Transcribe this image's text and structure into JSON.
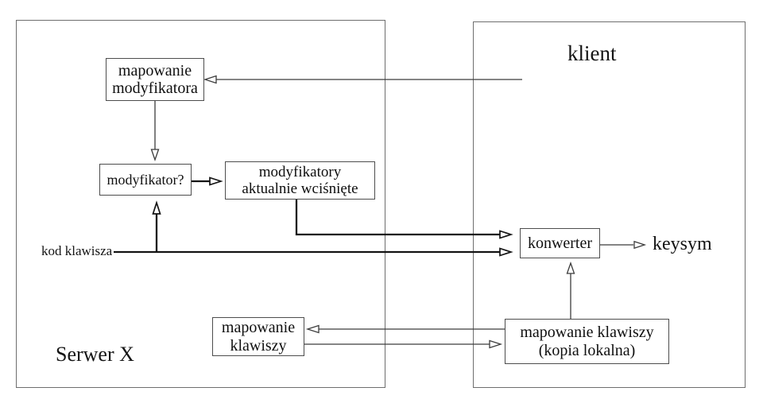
{
  "diagram": {
    "regions": {
      "server": {
        "label": "Serwer X"
      },
      "client": {
        "label": "klient"
      }
    },
    "nodes": {
      "modifier_mapping": {
        "label": "mapowanie\nmodyfikatora"
      },
      "modifier_check": {
        "label": "modyfikator?"
      },
      "modifiers_pressed": {
        "label": "modyfikatory\naktualnie wciśnięte"
      },
      "converter": {
        "label": "konwerter"
      },
      "key_mapping_local": {
        "label": "mapowanie klawiszy\n(kopia lokalna)"
      },
      "key_mapping": {
        "label": "mapowanie\nklawiszy"
      }
    },
    "labels": {
      "key_code": "kod klawisza",
      "keysym": "keysym"
    },
    "colors": {
      "background": "#ffffff",
      "thin_line": "#3c3c3c",
      "thick_line": "#141414",
      "node_border": "#4d4d4d",
      "region_border": "#6e6e6e",
      "text": "#111111"
    }
  }
}
